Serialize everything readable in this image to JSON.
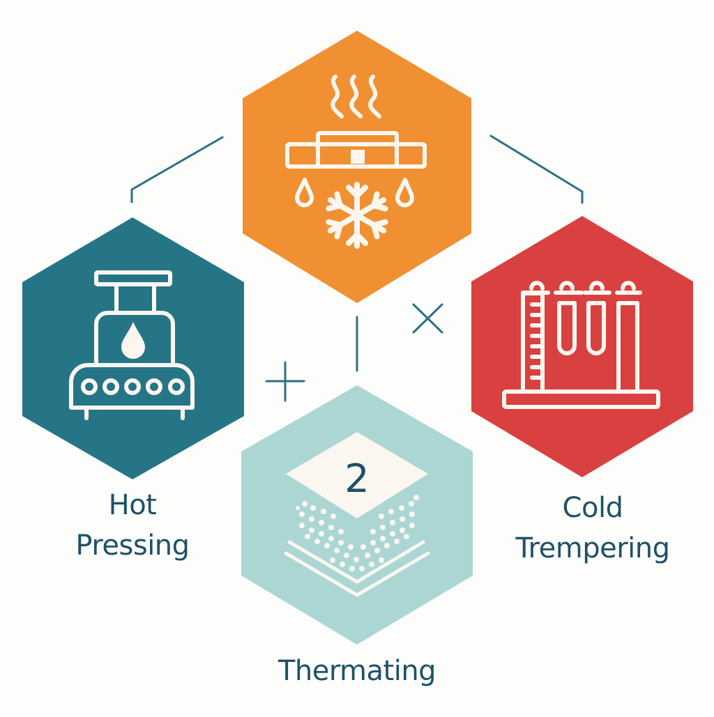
{
  "diagram": {
    "colors": {
      "background": "#fdfdfc",
      "orange": "#f19032",
      "teal": "#257587",
      "red": "#d94140",
      "light_teal": "#abd6d3",
      "icon_white": "#fbf7f0",
      "connector": "#2a7182",
      "text": "#1d5266"
    },
    "nodes": [
      {
        "id": "top",
        "color": "orange",
        "icon": "heat-cool-press-icon",
        "label": null
      },
      {
        "id": "hot-pressing",
        "color": "teal",
        "icon": "press-machine-icon",
        "label_lines": [
          "Hot",
          "Pressing"
        ]
      },
      {
        "id": "cold-trempering",
        "color": "red",
        "icon": "test-tubes-rack-icon",
        "label_lines": [
          "Cold",
          "Trempering"
        ]
      },
      {
        "id": "thermating",
        "color": "light_teal",
        "icon": "layered-material-icon",
        "badge_number": "2",
        "label_lines": [
          "Thermating"
        ]
      }
    ],
    "decorations": [
      "plus-sign",
      "multiply-sign",
      "vertical-connector",
      "left-elbow-connector",
      "right-elbow-connector"
    ]
  }
}
